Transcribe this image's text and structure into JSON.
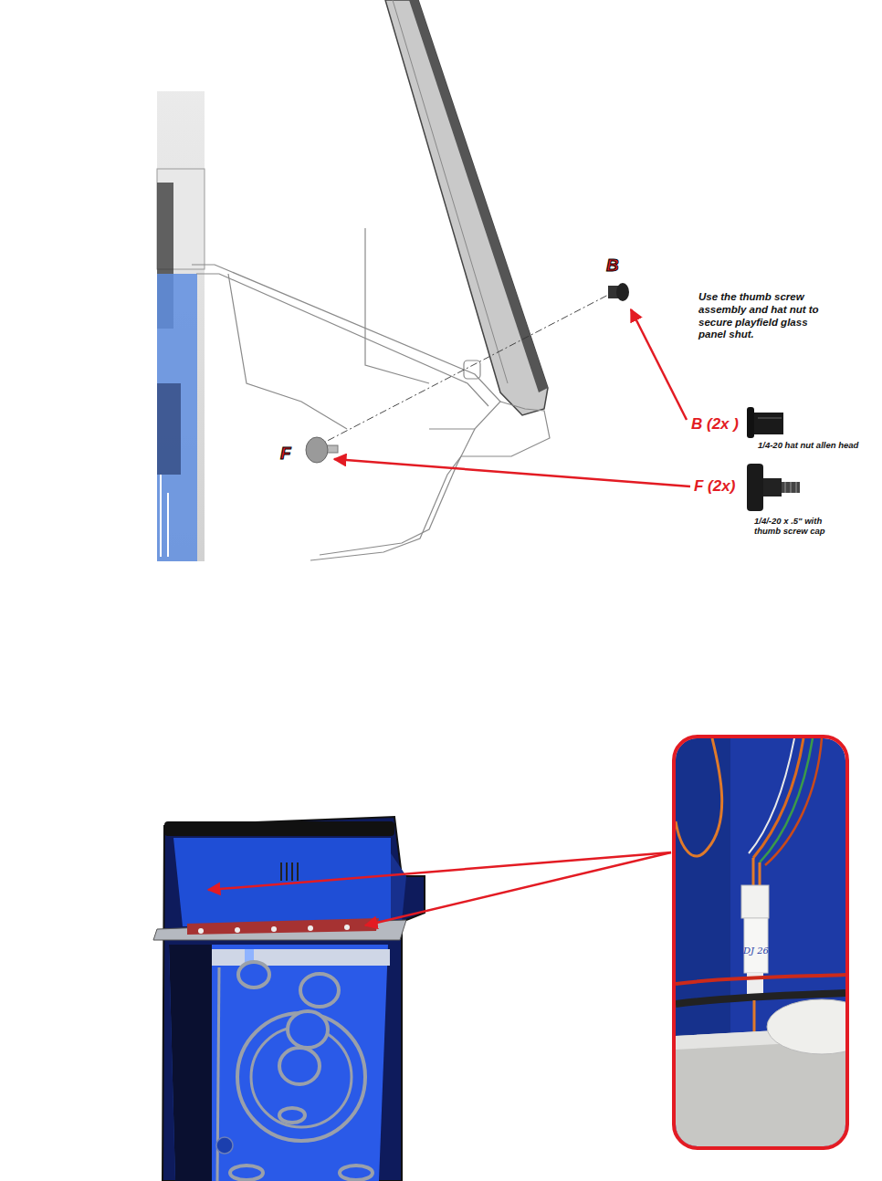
{
  "diagram": {
    "labels": [
      "B",
      "F",
      "Use the thumb screw assembly and hat nut to secure playfield glass panel shut.",
      "B (2x )",
      "1/4-20 hat nut allen head",
      "F (2x)",
      "1/4/-20 x .5\" with thumb screw cap",
      "DJ 26"
    ]
  }
}
